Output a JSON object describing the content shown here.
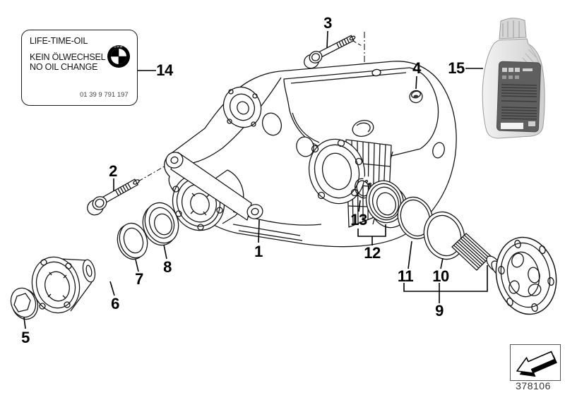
{
  "info_label": {
    "line1": "LIFE-TIME-OIL",
    "line2": "KEIN ÖLWECHSEL",
    "line3": "NO OIL CHANGE",
    "part_number": "01 39 9 791 197",
    "logo_text": "BMW"
  },
  "callouts": [
    {
      "label": "1"
    },
    {
      "label": "2"
    },
    {
      "label": "3"
    },
    {
      "label": "4"
    },
    {
      "label": "5"
    },
    {
      "label": "6"
    },
    {
      "label": "7"
    },
    {
      "label": "8"
    },
    {
      "label": "9"
    },
    {
      "label": "10"
    },
    {
      "label": "11"
    },
    {
      "label": "12"
    },
    {
      "label": "13"
    },
    {
      "label": "14"
    },
    {
      "label": "15"
    }
  ],
  "footer": {
    "diagram_number": "378106"
  },
  "icons": {
    "bmw_logo": "bmw-roundel",
    "page_arrow": "page-turn-arrow",
    "oil_bottle": "gear-oil-bottle"
  },
  "colors": {
    "line": "#1a1a1a",
    "bottle_label": "#5f5f5f",
    "bottle_body": "#e7e7e7"
  }
}
